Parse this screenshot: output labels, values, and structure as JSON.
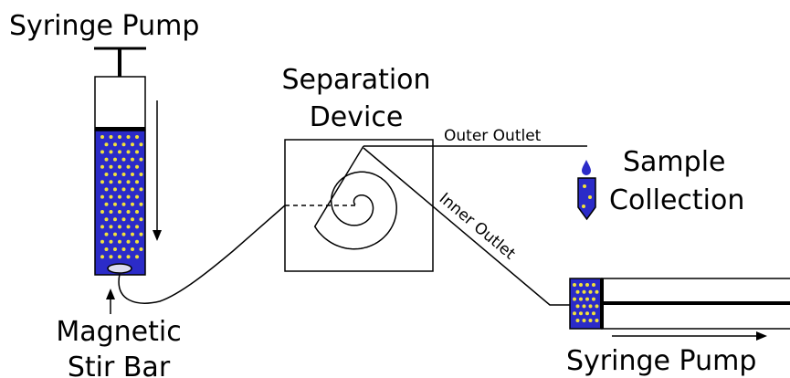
{
  "labels": {
    "syringe_pump_top": "Syringe Pump",
    "separation_line1": "Separation",
    "separation_line2": "Device",
    "outer_outlet": "Outer Outlet",
    "inner_outlet": "Inner Outlet",
    "sample_line1": "Sample",
    "sample_line2": "Collection",
    "stir_line1": "Magnetic",
    "stir_line2": "Stir Bar",
    "syringe_pump_bottom": "Syringe Pump"
  },
  "colors": {
    "fluid": "#2b2bc8",
    "particle": "#f2e23a",
    "stroke": "#000000",
    "droplet": "#2b2bc8",
    "stir_bar_fill": "#dcdcf0"
  }
}
